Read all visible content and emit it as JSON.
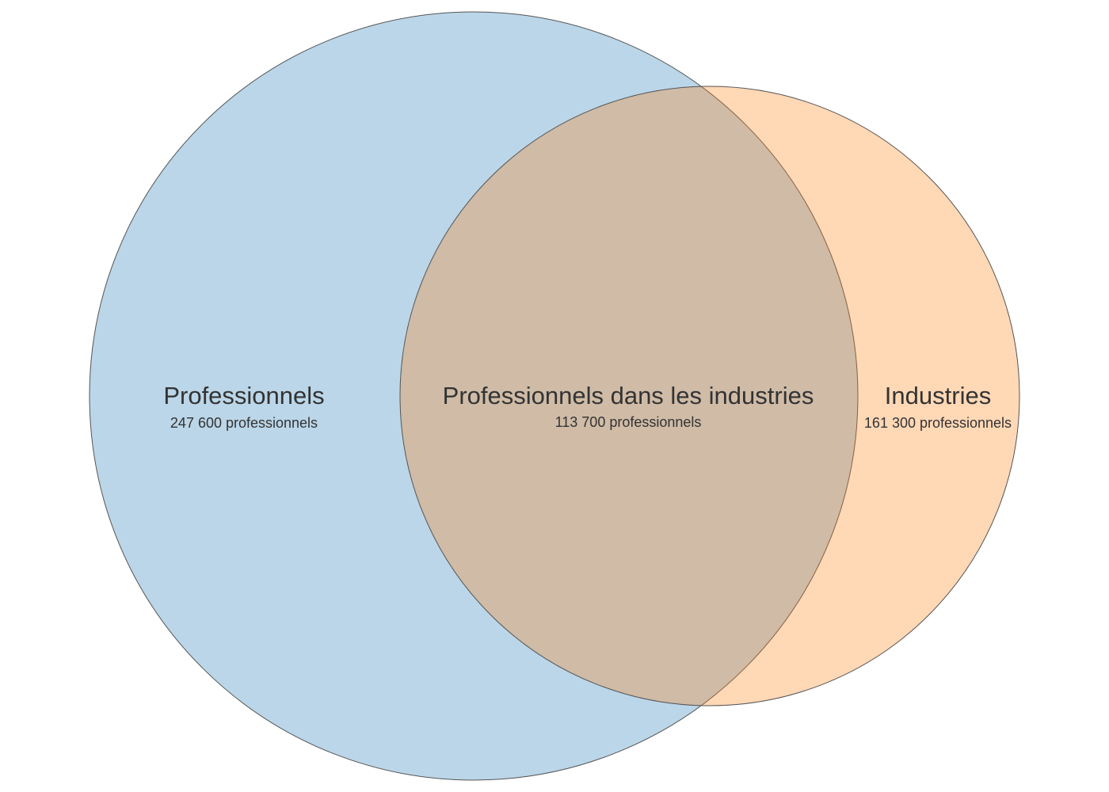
{
  "diagram": {
    "type": "venn",
    "sets": [
      {
        "label": "Professionnels",
        "count_text": "247 600 professionnels",
        "value": 247600,
        "color": "#1f77b4"
      },
      {
        "label": "Industries",
        "count_text": "161 300 professionnels",
        "value": 161300,
        "color": "#ff7f0e"
      }
    ],
    "intersection": {
      "label": "Professionnels dans les industries",
      "count_text": "113 700 professionnels",
      "value": 113700
    },
    "outline_color": "#555555"
  }
}
